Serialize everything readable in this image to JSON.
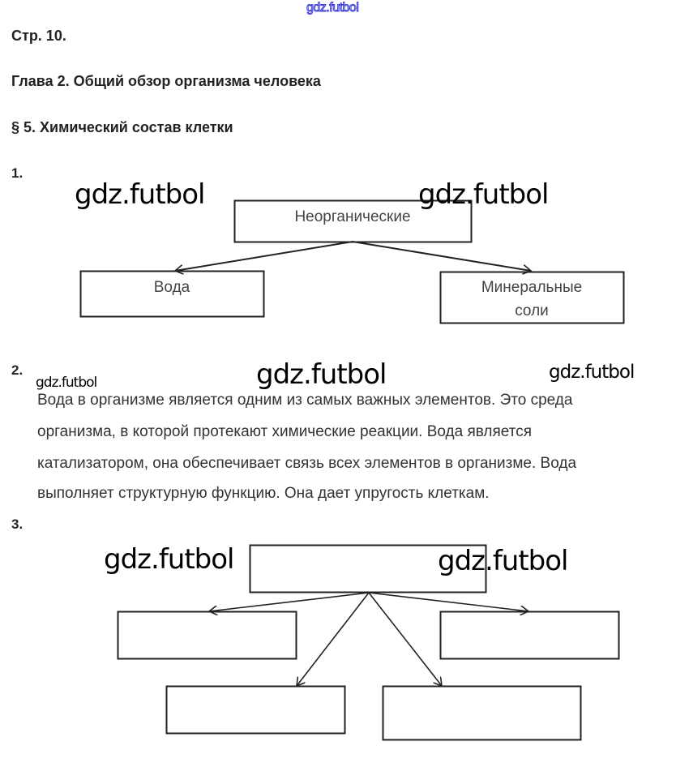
{
  "watermark": "gdz.futbol",
  "page": "Стр. 10.",
  "chapter": "Глава 2. Общий обзор организма человека",
  "section": "§ 5. Химический состав клетки",
  "task1": {
    "number": "1.",
    "root": "Неорганические",
    "children": [
      "Вода",
      "Минеральные",
      "соли"
    ]
  },
  "task2": {
    "number": "2.",
    "lines": [
      "Вода в организме является одним из самых важных элементов. Это среда",
      "организма, в которой протекают химические реакции. Вода является",
      "катализатором, она обеспечивает связь всех элементов в организме. Вода",
      "выполняет структурную функцию. Она дает упругость клеткам."
    ]
  },
  "task3": {
    "number": "3."
  }
}
